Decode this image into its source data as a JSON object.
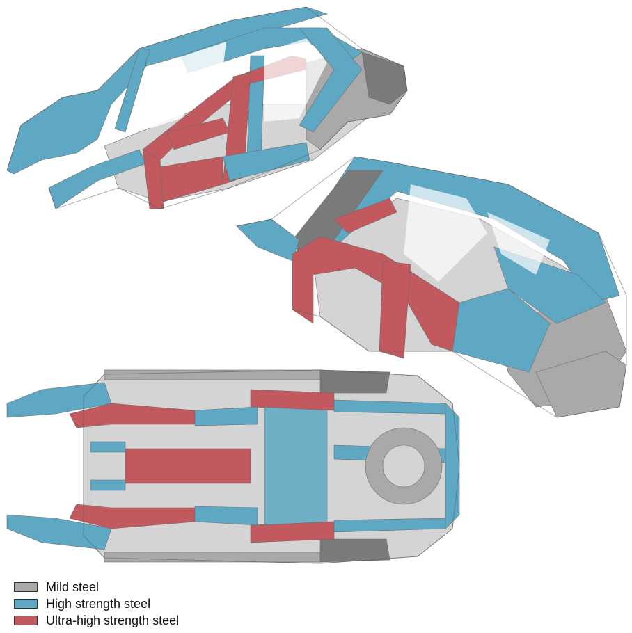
{
  "colors": {
    "mild": "#a9a9a9",
    "mild_dark": "#7a7a7a",
    "mild_light": "#d4d4d4",
    "high": "#5fa8c4",
    "high_light": "#9ccde0",
    "high_dark": "#3f87a6",
    "ultra": "#c2595e",
    "ultra_light": "#e6a3a6",
    "ultra_dark": "#9e3d43"
  },
  "legend": {
    "items": [
      {
        "label": "Mild steel",
        "color": "#a9a9a9",
        "icon": "mild-steel-swatch"
      },
      {
        "label": "High strength steel",
        "color": "#5fa8c4",
        "icon": "high-strength-steel-swatch"
      },
      {
        "label": "Ultra-high strength steel",
        "color": "#c2595e",
        "icon": "ultra-high-strength-steel-swatch"
      }
    ]
  }
}
